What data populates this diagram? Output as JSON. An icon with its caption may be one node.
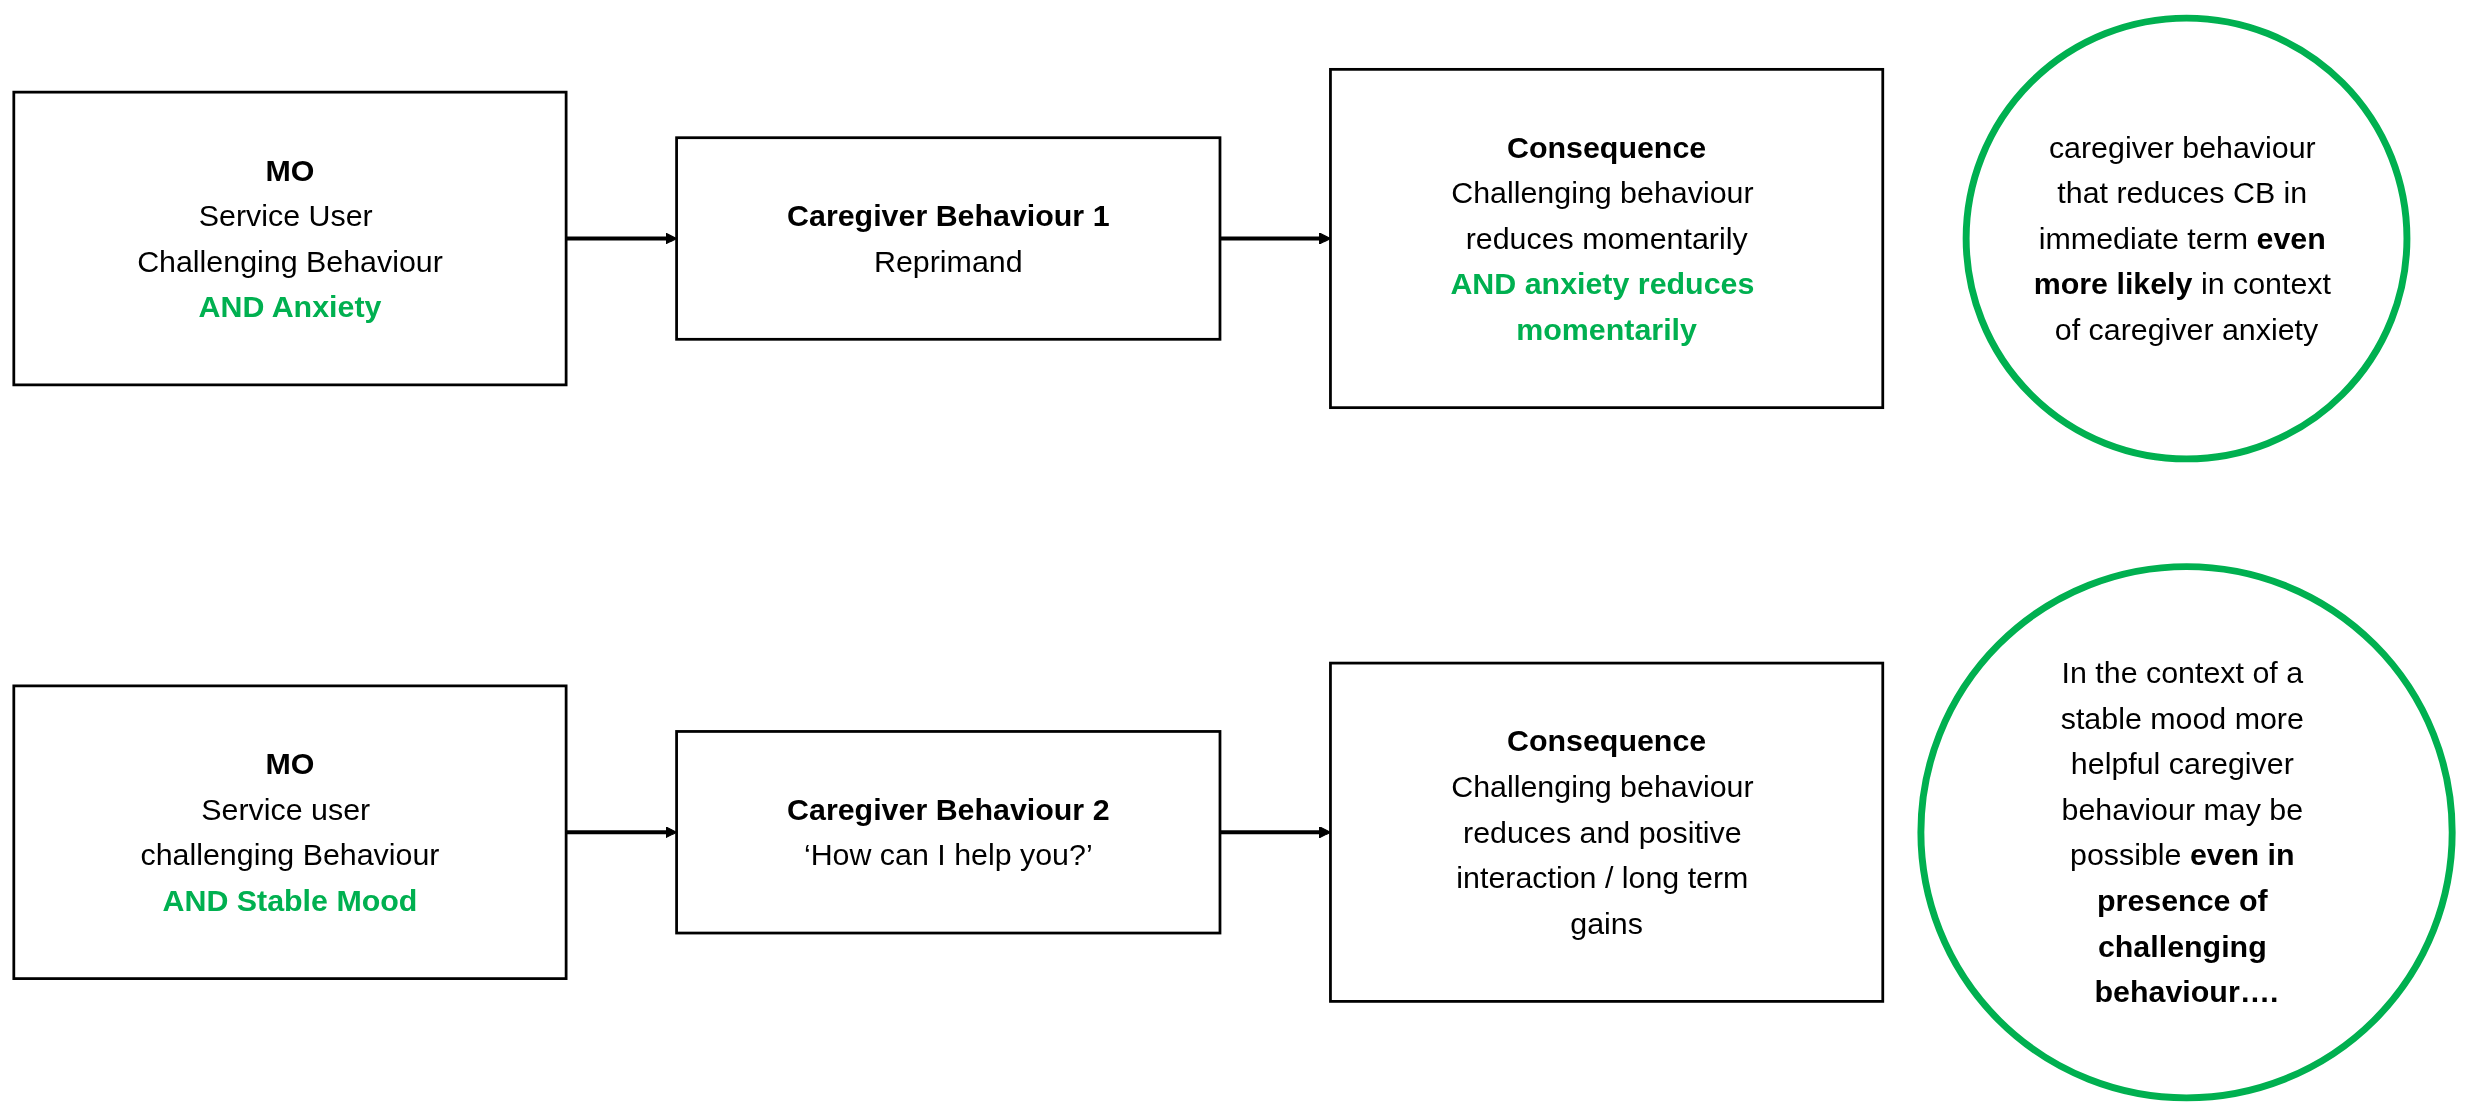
{
  "diagram": {
    "nodes": [
      {
        "text": [
          "MO",
          "Service User Challenging Behaviour",
          "AND Anxiety"
        ]
      },
      {
        "text": [
          "Caregiver Behaviour 1",
          "Reprimand"
        ]
      },
      {
        "text": [
          "Consequence",
          "Challenging behaviour reduces momentarily",
          "AND anxiety reduces momentarily"
        ]
      },
      {
        "text": [
          "caregiver behaviour that reduces CB in immediate term **even more likely** in context of caregiver anxiety"
        ]
      },
      {
        "text": [
          "MO",
          "Service user challenging Behaviour",
          "AND Stable Mood"
        ]
      },
      {
        "text": [
          "Caregiver Behaviour 2",
          "‘How can I help you?’"
        ]
      },
      {
        "text": [
          "Consequence",
          "Challenging behaviour reduces and positive interaction / long term gains"
        ]
      },
      {
        "text": [
          "In the context of a stable mood more helpful caregiver behaviour may be possible **even in presence of challenging behaviour….**"
        ]
      }
    ],
    "edges": [
      {
        "from": 0,
        "to": 1,
        "arrow": "to"
      },
      {
        "from": 1,
        "to": 2,
        "arrow": "to"
      },
      {
        "from": 4,
        "to": 5,
        "arrow": "to"
      },
      {
        "from": 5,
        "to": 6,
        "arrow": "to"
      }
    ]
  }
}
